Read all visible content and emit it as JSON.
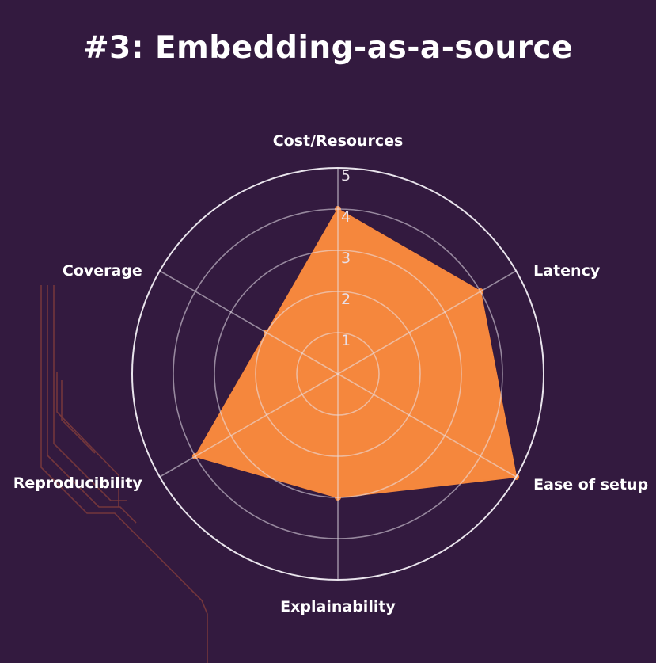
{
  "title": "#3: Embedding-as-a-source",
  "colors": {
    "background": "#331a3f",
    "fill": "#f5873d",
    "grid": "#e9e4ec",
    "decor": "#7a3a3c"
  },
  "chart_data": {
    "type": "radar",
    "title": "#3: Embedding-as-a-source",
    "axes": [
      "Cost/Resources",
      "Latency",
      "Ease of setup",
      "Explainability",
      "Reproducibility",
      "Coverage"
    ],
    "values": [
      4,
      4,
      5,
      3,
      4,
      2
    ],
    "rlim": [
      0,
      5
    ],
    "ticks": [
      1,
      2,
      3,
      4,
      5
    ],
    "tick_labels": [
      "1",
      "2",
      "3",
      "4",
      "5"
    ]
  }
}
